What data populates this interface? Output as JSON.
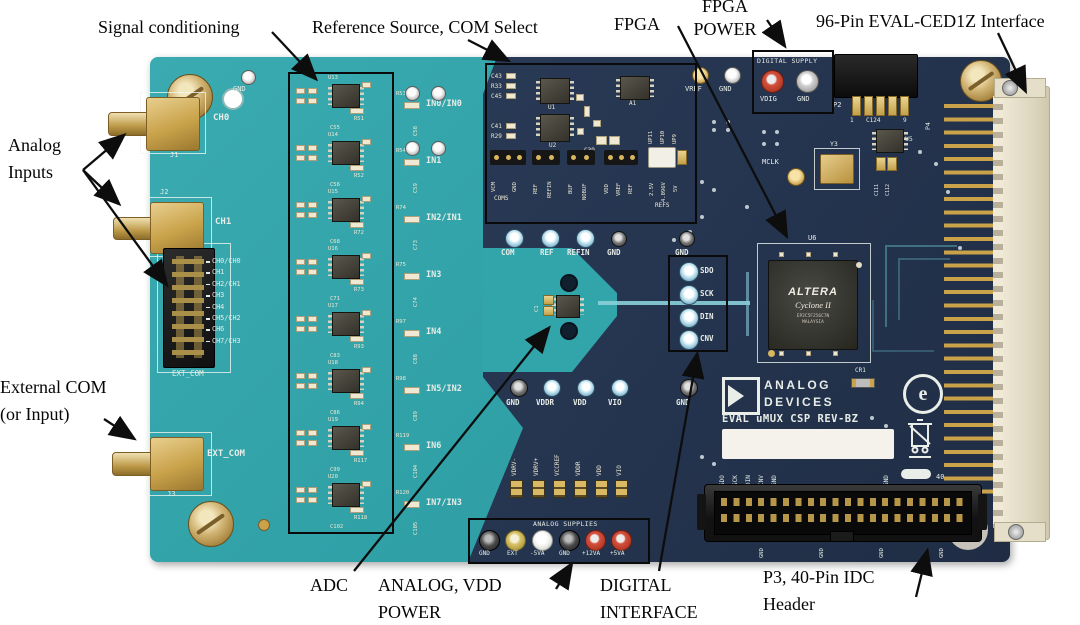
{
  "colors": {
    "board_teal": "#2f9fa6",
    "board_teal_light": "#3aabb0",
    "board_navy": "#24334d",
    "gold": "#c9a24a",
    "silkscreen": "#e7ece7",
    "annotation": "#060606"
  },
  "annotations": {
    "signal_conditioning": "Signal conditioning",
    "reference_source": "Reference Source, COM Select",
    "fpga": "FPGA",
    "fpga_power_line1": "FPGA",
    "fpga_power_line2": "POWER",
    "eval_interface": "96-Pin EVAL-CED1Z Interface",
    "analog_inputs_line1": "Analog",
    "analog_inputs_line2": "Inputs",
    "external_com_line1": "External COM",
    "external_com_line2": "(or Input)",
    "adc": "ADC",
    "analog_vdd_line1": "ANALOG, VDD",
    "analog_vdd_line2": "POWER",
    "digital_interface_line1": "DIGITAL",
    "digital_interface_line2": "INTERFACE",
    "p3_line1": "P3, 40-Pin IDC",
    "p3_line2": "Header"
  },
  "board": {
    "gnd_top_left": "GND",
    "inputs": {
      "ch0": "CH0",
      "j1": "J1",
      "j2": "J2",
      "ch1": "CH1",
      "j3": "J3",
      "ext_com": "EXT_COM",
      "idc_name": "EXT_COM",
      "channels": [
        "CH0/CH0",
        "CH1",
        "CH2/CH1",
        "CH3",
        "CH4",
        "CH5/CH2",
        "CH6",
        "CH7/CH3"
      ]
    },
    "sigcond": {
      "rows": [
        {
          "u": "U13",
          "r_in": "R53",
          "cap": "C58",
          "input": "IN0/IN0",
          "r_fb": "R51",
          "c_out": "C55"
        },
        {
          "u": "U14",
          "r_in": "R54",
          "cap": "C59",
          "input": "IN1",
          "r_fb": "R52",
          "c_out": "C56"
        },
        {
          "u": "U15",
          "r_in": "R74",
          "cap": "C73",
          "input": "IN2/IN1",
          "r_fb": "R72",
          "c_out": "C68"
        },
        {
          "u": "U16",
          "r_in": "R75",
          "cap": "C74",
          "input": "IN3",
          "r_fb": "R73",
          "c_out": "C71"
        },
        {
          "u": "U17",
          "r_in": "R97",
          "cap": "C88",
          "input": "IN4",
          "r_fb": "R93",
          "c_out": "C83"
        },
        {
          "u": "U18",
          "r_in": "R98",
          "cap": "C89",
          "input": "IN5/IN2",
          "r_fb": "R94",
          "c_out": "C86"
        },
        {
          "u": "U19",
          "r_in": "R119",
          "cap": "C104",
          "input": "IN6",
          "r_fb": "R117",
          "c_out": "C99"
        },
        {
          "u": "U20",
          "r_in": "R120",
          "cap": "C105",
          "input": "IN7/IN3",
          "r_fb": "R118",
          "c_out": "C102"
        }
      ]
    },
    "reference": {
      "c43": "C43",
      "r33": "R33",
      "c45": "C45",
      "c41": "C41",
      "r29": "R29",
      "u1": "U1",
      "u2": "U2",
      "a1": "A1",
      "c39": "C39",
      "jp1": "UP11",
      "jp2": "UP10",
      "jp3": "UP9",
      "g1a": "VCM",
      "g1b": "GND",
      "g1_bracket": "COMS",
      "g2a": "REF",
      "g2b": "REFIN",
      "g3a": "BUF",
      "g3b": "NOBUF",
      "g4a": "VDD",
      "g4b": "VREF",
      "g4c": "REF",
      "g5a": "2.5V",
      "g5b": "4.096V",
      "g5c": "5V",
      "g5_bracket": "REFS",
      "tp": [
        "COM",
        "REF",
        "REFIN",
        "GND"
      ],
      "tp_gnd2": "GND",
      "vref": "VREF",
      "vref_gnd": "GND"
    },
    "adc": {
      "c1": "C1"
    },
    "digital_interface": {
      "tp": [
        "SDO",
        "SCK",
        "DIN",
        "CNV"
      ]
    },
    "power_tp": {
      "tp": [
        "GND",
        "VDDR",
        "VDD",
        "VIO"
      ],
      "gnd": "GND"
    },
    "digital_supply": {
      "title": "DIGITAL SUPPLY",
      "post1": "VDIG",
      "post2": "GND"
    },
    "fpga": {
      "des": "U6",
      "brand": "ALTERA",
      "series": "Cyclone II",
      "part": "EP2C5F256C7N",
      "line2": "MALAYSIA"
    },
    "top_right": {
      "p2": "P2",
      "c124": "C124",
      "pin1": "1",
      "pin9": "9",
      "u5": "U5",
      "c111": "C111",
      "c112": "C112",
      "y3": "Y3",
      "mclk": "MCLK",
      "p4": "P4"
    },
    "silk": {
      "cr1": "CR1",
      "analog": "ANALOG",
      "devices": "DEVICES",
      "eval": "EVAL uMUX CSP REV-BZ",
      "forty": "40"
    },
    "supplies": {
      "title": "ANALOG SUPPLIES",
      "posts": [
        "GND",
        "EXT",
        "-5VA",
        "GND",
        "+12VA",
        "+5VA"
      ],
      "rails": [
        "VDRV-",
        "VDRV+",
        "VCCREF",
        "VDDR",
        "VDD",
        "VIO"
      ]
    },
    "header40": {
      "top": [
        "SDO",
        "SCK",
        "DIN",
        "CNV",
        "GND"
      ],
      "top_right": "GND",
      "bottom": [
        "GND",
        "GND",
        "GND",
        "GND"
      ]
    }
  }
}
